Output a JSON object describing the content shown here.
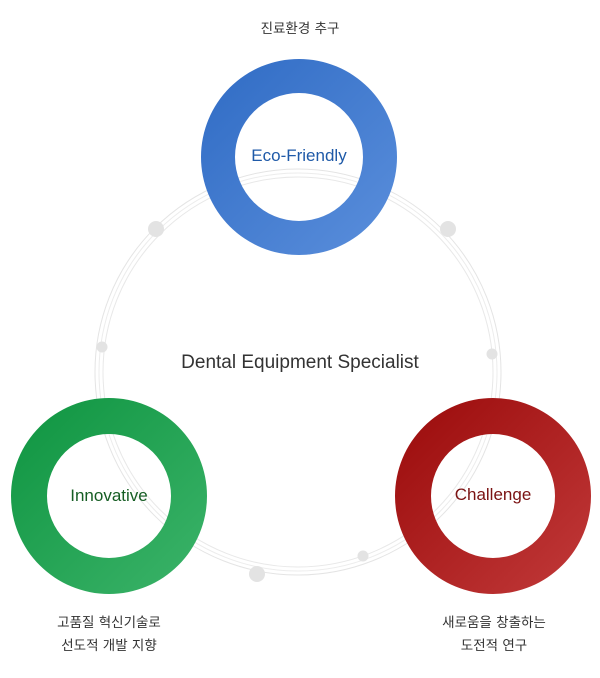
{
  "diagram": {
    "center_title": "Dental Equipment Specialist",
    "nodes": [
      {
        "id": "eco",
        "label": "Eco-Friendly",
        "caption_lines": [
          "진료환경 추구"
        ],
        "gradient_start": "#2f6bc4",
        "gradient_end": "#5b8fdc",
        "label_color": "#1f5aa8"
      },
      {
        "id": "innovative",
        "label": "Innovative",
        "caption_lines": [
          "고품질 혁신기술로",
          "선도적 개발 지향"
        ],
        "gradient_start": "#0e9440",
        "gradient_end": "#3cb46a",
        "label_color": "#155d23"
      },
      {
        "id": "challenge",
        "label": "Challenge",
        "caption_lines": [
          "새로움을 창출하는",
          "도전적 연구"
        ],
        "gradient_start": "#9a0a0a",
        "gradient_end": "#c23a3a",
        "label_color": "#7a1212"
      }
    ]
  }
}
